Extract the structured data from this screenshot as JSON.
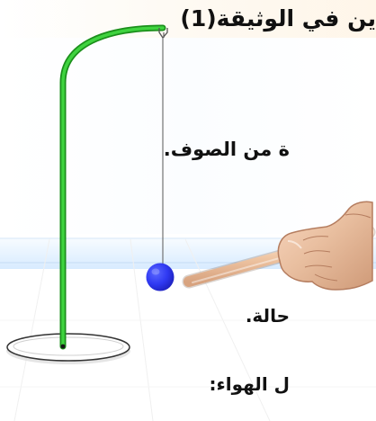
{
  "document": {
    "lines": [
      "ين في الوثيقة(1)",
      "ة من الصوف.",
      "حالة.",
      "ل الهواء:"
    ]
  },
  "illustration": {
    "items": [
      "background-grid",
      "base-plate",
      "stand-pole",
      "hook-icon",
      "string",
      "blue-ball",
      "rod",
      "hand"
    ],
    "colors": {
      "ball": "#2f39f2",
      "stand": "#2ab52a",
      "rod": "#f0c7a5"
    }
  }
}
